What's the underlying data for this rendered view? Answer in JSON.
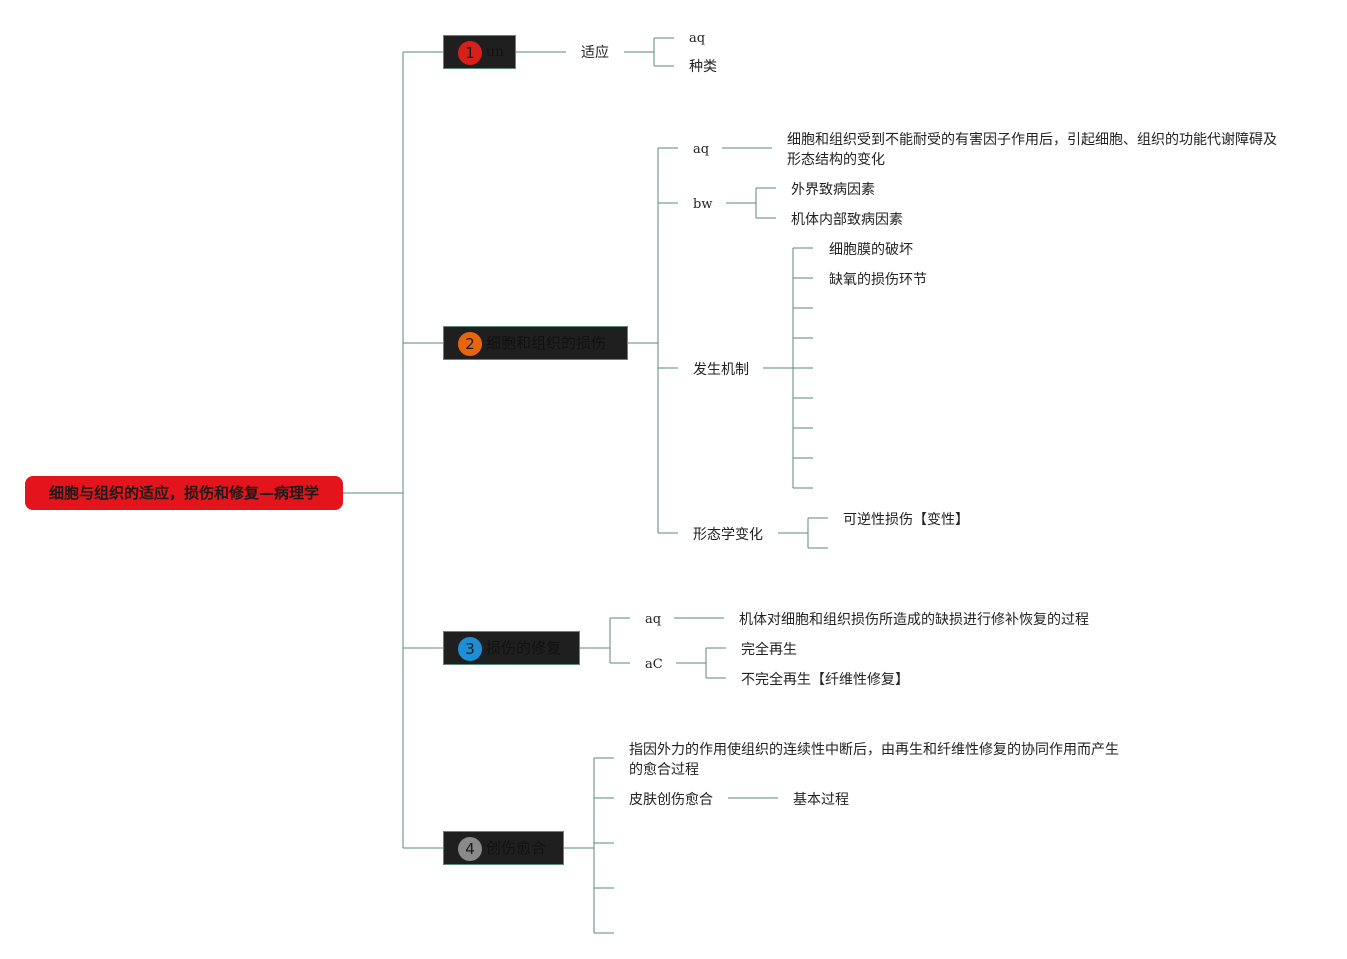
{
  "root": {
    "label": "细胞与组织的适应，损伤和修复—病理学",
    "color": "#e3141b"
  },
  "colors": {
    "branch_line": "#5a8a7c",
    "topic_fill": "#1f1f1f"
  },
  "topics": [
    {
      "number": "1",
      "badge_color": "#d7201a",
      "label": "un",
      "children": [
        {
          "label": "适应",
          "children": [
            {
              "label": "aq"
            },
            {
              "label": "种类"
            }
          ]
        }
      ]
    },
    {
      "number": "2",
      "badge_color": "#e8650f",
      "label": "细胞和组织的损伤",
      "children": [
        {
          "label": "aq",
          "children": [
            {
              "label": "细胞和组织受到不能耐受的有害因子作用后，引起细胞、组织的功能代谢障碍及形态结构的变化"
            }
          ]
        },
        {
          "label": "bw",
          "children": [
            {
              "label": "外界致病因素"
            },
            {
              "label": "机体内部致病因素"
            }
          ]
        },
        {
          "label": "发生机制",
          "children": [
            {
              "label": "细胞膜的破坏"
            },
            {
              "label": "缺氧的损伤环节"
            }
          ]
        },
        {
          "label": "形态学变化",
          "children": [
            {
              "label": "可逆性损伤【变性】"
            }
          ]
        }
      ]
    },
    {
      "number": "3",
      "badge_color": "#1e8fd6",
      "label": "损伤的修复",
      "children": [
        {
          "label": "aq",
          "children": [
            {
              "label": "机体对细胞和组织损伤所造成的缺损进行修补恢复的过程"
            }
          ]
        },
        {
          "label": "aC",
          "children": [
            {
              "label": "完全再生"
            },
            {
              "label": "不完全再生【纤维性修复】"
            }
          ]
        }
      ]
    },
    {
      "number": "4",
      "badge_color": "#8a8a8a",
      "label": "创伤愈合",
      "children": [
        {
          "label": "指因外力的作用使组织的连续性中断后，由再生和纤维性修复的协同作用而产生的愈合过程"
        },
        {
          "label": "皮肤创伤愈合",
          "children": [
            {
              "label": "基本过程"
            }
          ]
        }
      ]
    }
  ]
}
